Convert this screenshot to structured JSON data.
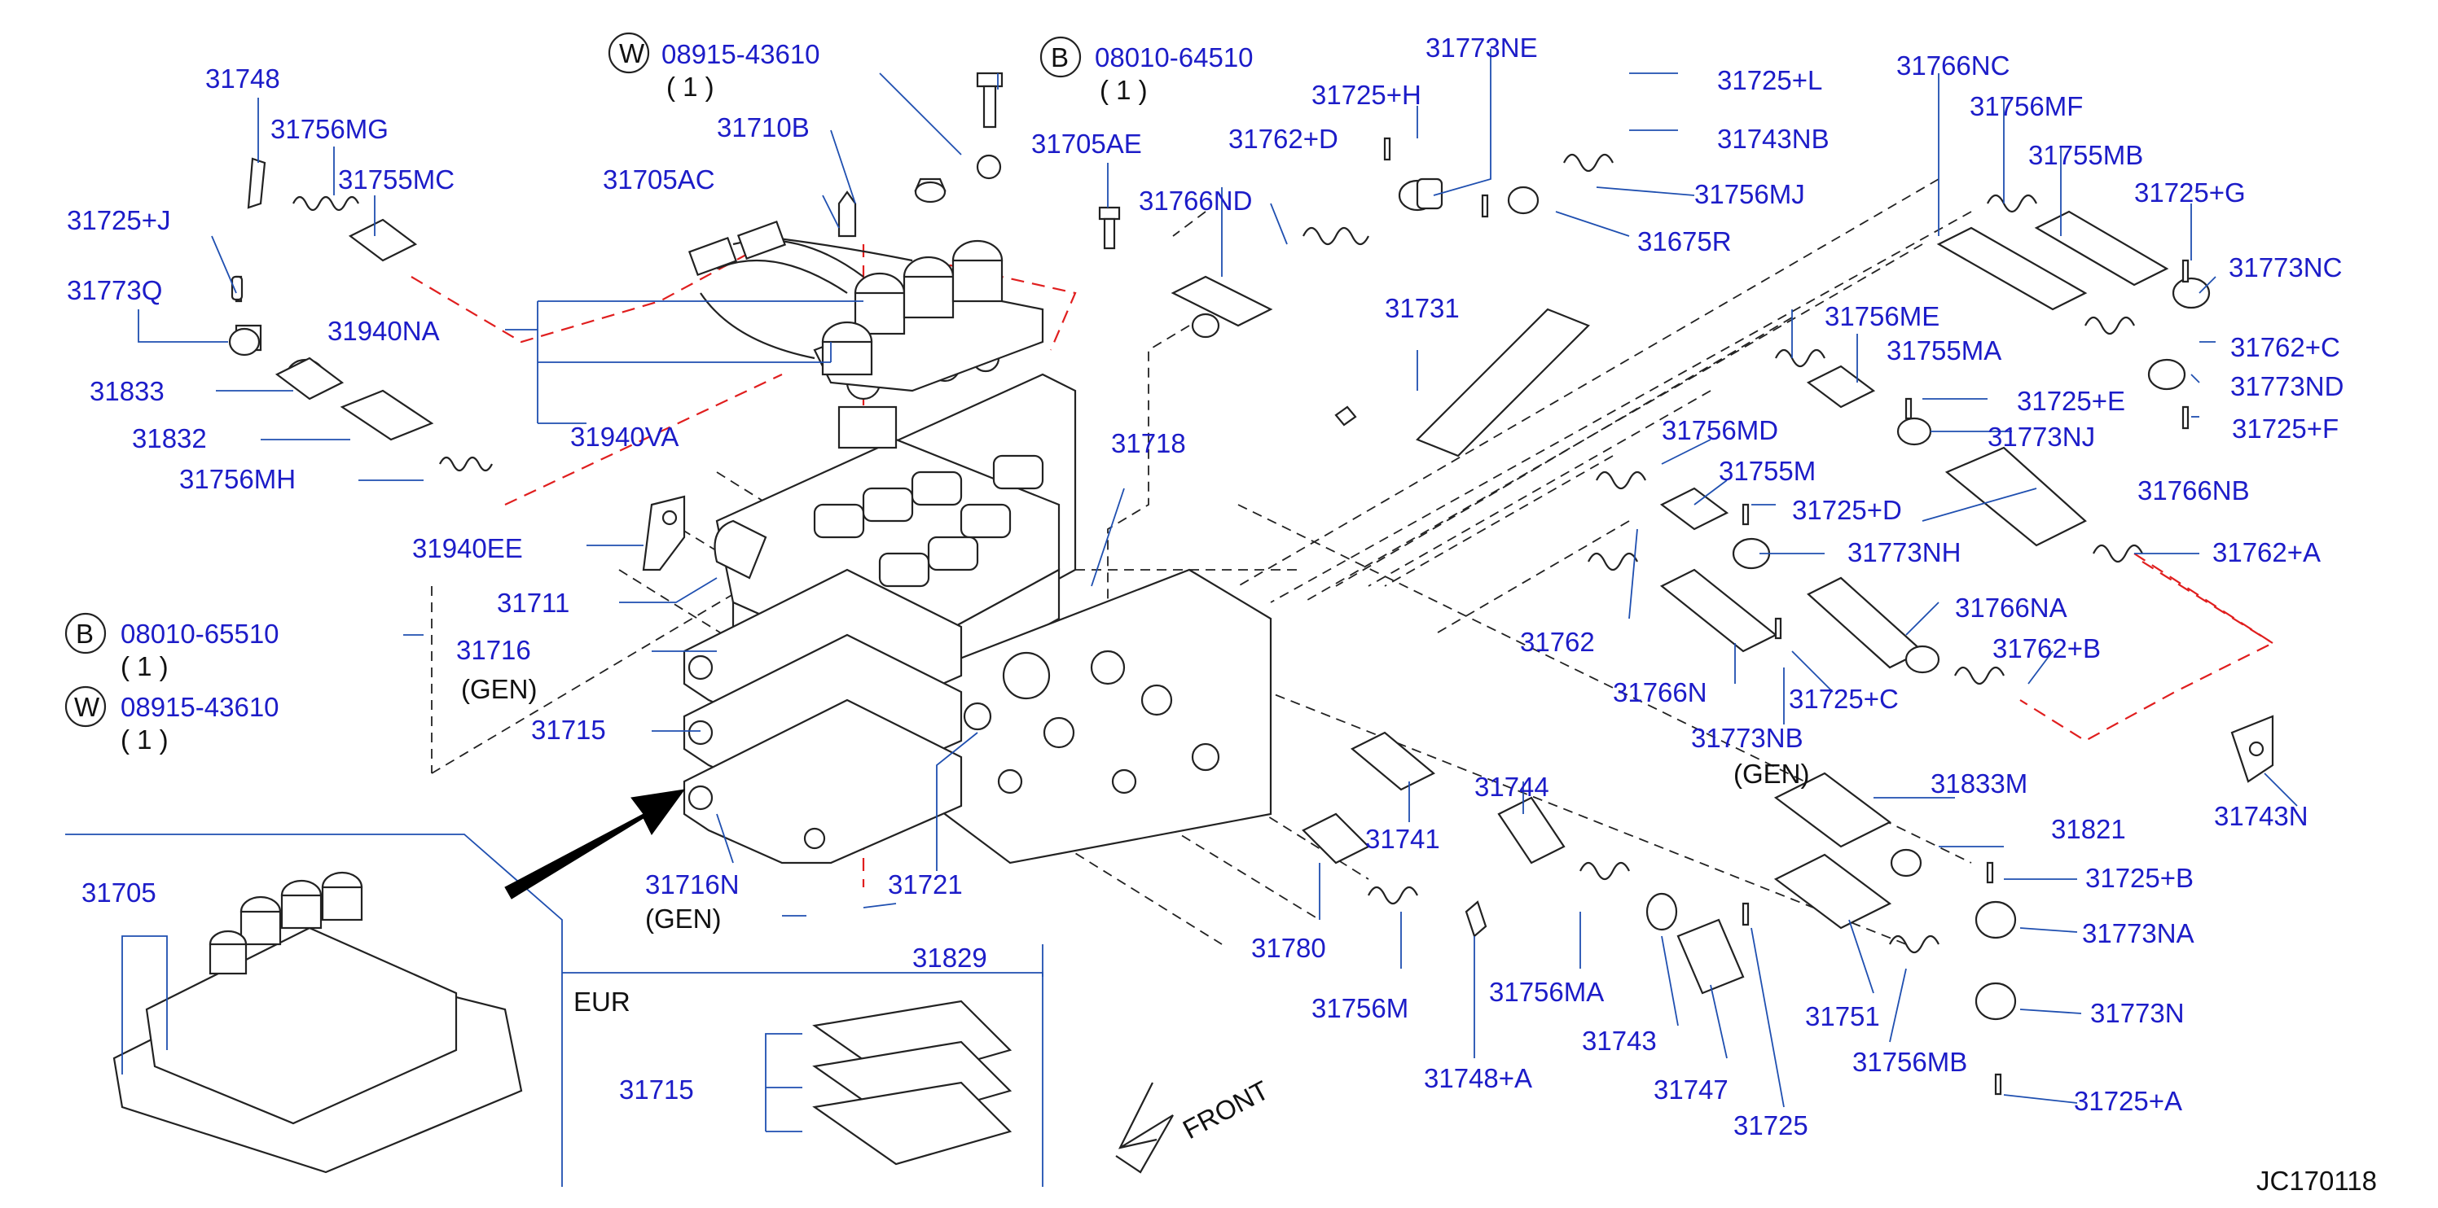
{
  "diagram": {
    "code": "JC170118",
    "front_label": "FRONT",
    "eur_label": "EUR",
    "gen_label": "(GEN)",
    "qty_label": "( 1 )",
    "badges": {
      "w": "W",
      "b": "B"
    }
  },
  "parts": [
    {
      "id": "p31748",
      "text": "31748"
    },
    {
      "id": "p31756MG",
      "text": "31756MG"
    },
    {
      "id": "p31755MC",
      "text": "31755MC"
    },
    {
      "id": "p31725J",
      "text": "31725+J"
    },
    {
      "id": "p31773Q",
      "text": "31773Q"
    },
    {
      "id": "p31940NA",
      "text": "31940NA"
    },
    {
      "id": "p31833",
      "text": "31833"
    },
    {
      "id": "p31832",
      "text": "31832"
    },
    {
      "id": "p31756MH",
      "text": "31756MH"
    },
    {
      "id": "p31940VA",
      "text": "31940VA"
    },
    {
      "id": "p31940EE",
      "text": "31940EE"
    },
    {
      "id": "p31711",
      "text": "31711"
    },
    {
      "id": "p08010_65510",
      "text": "08010-65510"
    },
    {
      "id": "p31716",
      "text": "31716"
    },
    {
      "id": "p08915_43610_l",
      "text": "08915-43610"
    },
    {
      "id": "p31715",
      "text": "31715"
    },
    {
      "id": "p31716N",
      "text": "31716N"
    },
    {
      "id": "p31705",
      "text": "31705"
    },
    {
      "id": "p31715eur",
      "text": "31715"
    },
    {
      "id": "p31721",
      "text": "31721"
    },
    {
      "id": "p31829",
      "text": "31829"
    },
    {
      "id": "p08915_43610_t",
      "text": "08915-43610"
    },
    {
      "id": "p31710B",
      "text": "31710B"
    },
    {
      "id": "p31705AC",
      "text": "31705AC"
    },
    {
      "id": "p08010_64510",
      "text": "08010-64510"
    },
    {
      "id": "p31705AE",
      "text": "31705AE"
    },
    {
      "id": "p31718",
      "text": "31718"
    },
    {
      "id": "p31725H",
      "text": "31725+H"
    },
    {
      "id": "p31762D",
      "text": "31762+D"
    },
    {
      "id": "p31773NE",
      "text": "31773NE"
    },
    {
      "id": "p31766ND",
      "text": "31766ND"
    },
    {
      "id": "p31725L",
      "text": "31725+L"
    },
    {
      "id": "p31743NB",
      "text": "31743NB"
    },
    {
      "id": "p31756MJ",
      "text": "31756MJ"
    },
    {
      "id": "p31675R",
      "text": "31675R"
    },
    {
      "id": "p31731",
      "text": "31731"
    },
    {
      "id": "p31766NC",
      "text": "31766NC"
    },
    {
      "id": "p31756MF",
      "text": "31756MF"
    },
    {
      "id": "p31755MB",
      "text": "31755MB"
    },
    {
      "id": "p31725G",
      "text": "31725+G"
    },
    {
      "id": "p31773NC",
      "text": "31773NC"
    },
    {
      "id": "p31756ME",
      "text": "31756ME"
    },
    {
      "id": "p31755MA",
      "text": "31755MA"
    },
    {
      "id": "p31762C",
      "text": "31762+C"
    },
    {
      "id": "p31773ND",
      "text": "31773ND"
    },
    {
      "id": "p31725E",
      "text": "31725+E"
    },
    {
      "id": "p31773NJ",
      "text": "31773NJ"
    },
    {
      "id": "p31725F",
      "text": "31725+F"
    },
    {
      "id": "p31756MD",
      "text": "31756MD"
    },
    {
      "id": "p31755M",
      "text": "31755M"
    },
    {
      "id": "p31725D",
      "text": "31725+D"
    },
    {
      "id": "p31766NB",
      "text": "31766NB"
    },
    {
      "id": "p31773NH",
      "text": "31773NH"
    },
    {
      "id": "p31762A",
      "text": "31762+A"
    },
    {
      "id": "p31762",
      "text": "31762"
    },
    {
      "id": "p31766NA",
      "text": "31766NA"
    },
    {
      "id": "p31762B",
      "text": "31762+B"
    },
    {
      "id": "p31766N",
      "text": "31766N"
    },
    {
      "id": "p31725C",
      "text": "31725+C"
    },
    {
      "id": "p31773NB",
      "text": "31773NB"
    },
    {
      "id": "p31833M",
      "text": "31833M"
    },
    {
      "id": "p31743N",
      "text": "31743N"
    },
    {
      "id": "p31821",
      "text": "31821"
    },
    {
      "id": "p31725B",
      "text": "31725+B"
    },
    {
      "id": "p31773NA",
      "text": "31773NA"
    },
    {
      "id": "p31744",
      "text": "31744"
    },
    {
      "id": "p31741",
      "text": "31741"
    },
    {
      "id": "p31780",
      "text": "31780"
    },
    {
      "id": "p31756M",
      "text": "31756M"
    },
    {
      "id": "p31748A",
      "text": "31748+A"
    },
    {
      "id": "p31756MA",
      "text": "31756MA"
    },
    {
      "id": "p31743",
      "text": "31743"
    },
    {
      "id": "p31747",
      "text": "31747"
    },
    {
      "id": "p31725",
      "text": "31725"
    },
    {
      "id": "p31751",
      "text": "31751"
    },
    {
      "id": "p31756MB",
      "text": "31756MB"
    },
    {
      "id": "p31773N",
      "text": "31773N"
    },
    {
      "id": "p31725A",
      "text": "31725+A"
    }
  ]
}
